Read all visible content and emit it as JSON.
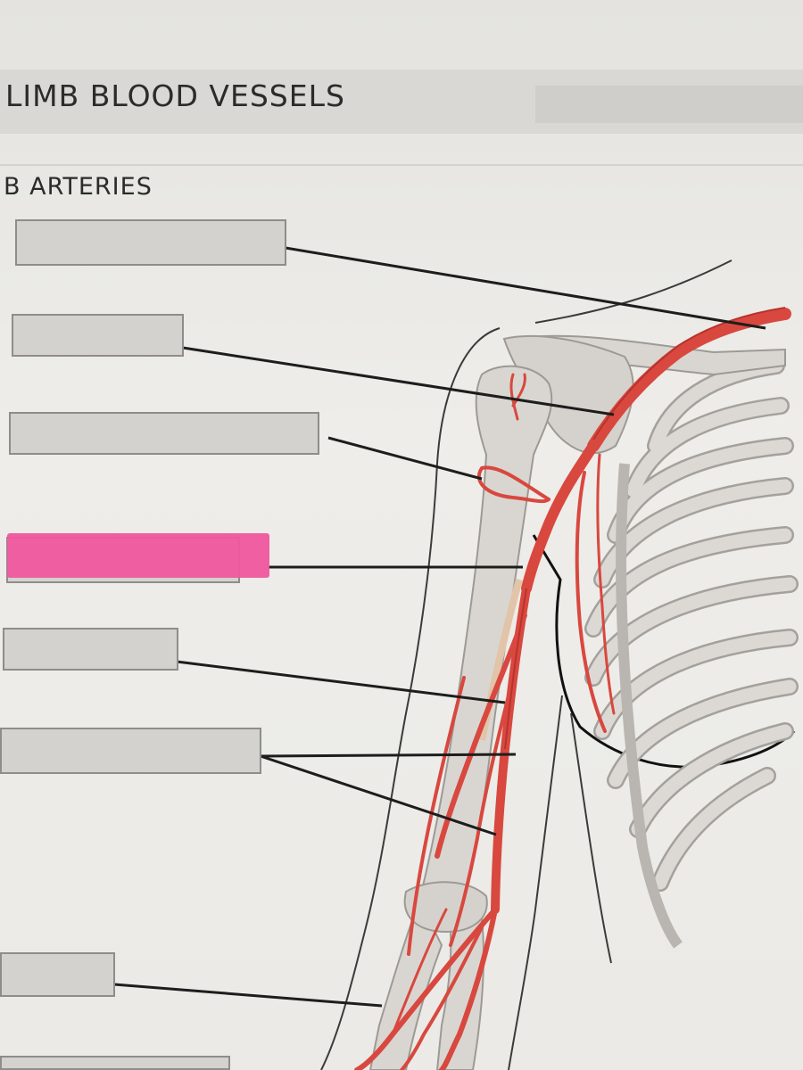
{
  "page": {
    "section_title": "LIMB BLOOD VESSELS",
    "subsection_title": "B ARTERIES"
  },
  "colors": {
    "artery": "#d8483f",
    "artery_dark": "#b8332c",
    "bone": "#d9d6d1",
    "bone_outline": "#9d9a95",
    "label_box": "#d3d2cf",
    "highlight": "#f0579e",
    "leader_line": "#1d1d1d"
  },
  "labels": [
    {
      "id": "label-1",
      "text": ""
    },
    {
      "id": "label-2",
      "text": ""
    },
    {
      "id": "label-3",
      "text": ""
    },
    {
      "id": "label-4",
      "text": "",
      "highlighted": true
    },
    {
      "id": "label-5",
      "text": ""
    },
    {
      "id": "label-6",
      "text": ""
    },
    {
      "id": "label-7",
      "text": ""
    },
    {
      "id": "label-8",
      "text": ""
    }
  ]
}
